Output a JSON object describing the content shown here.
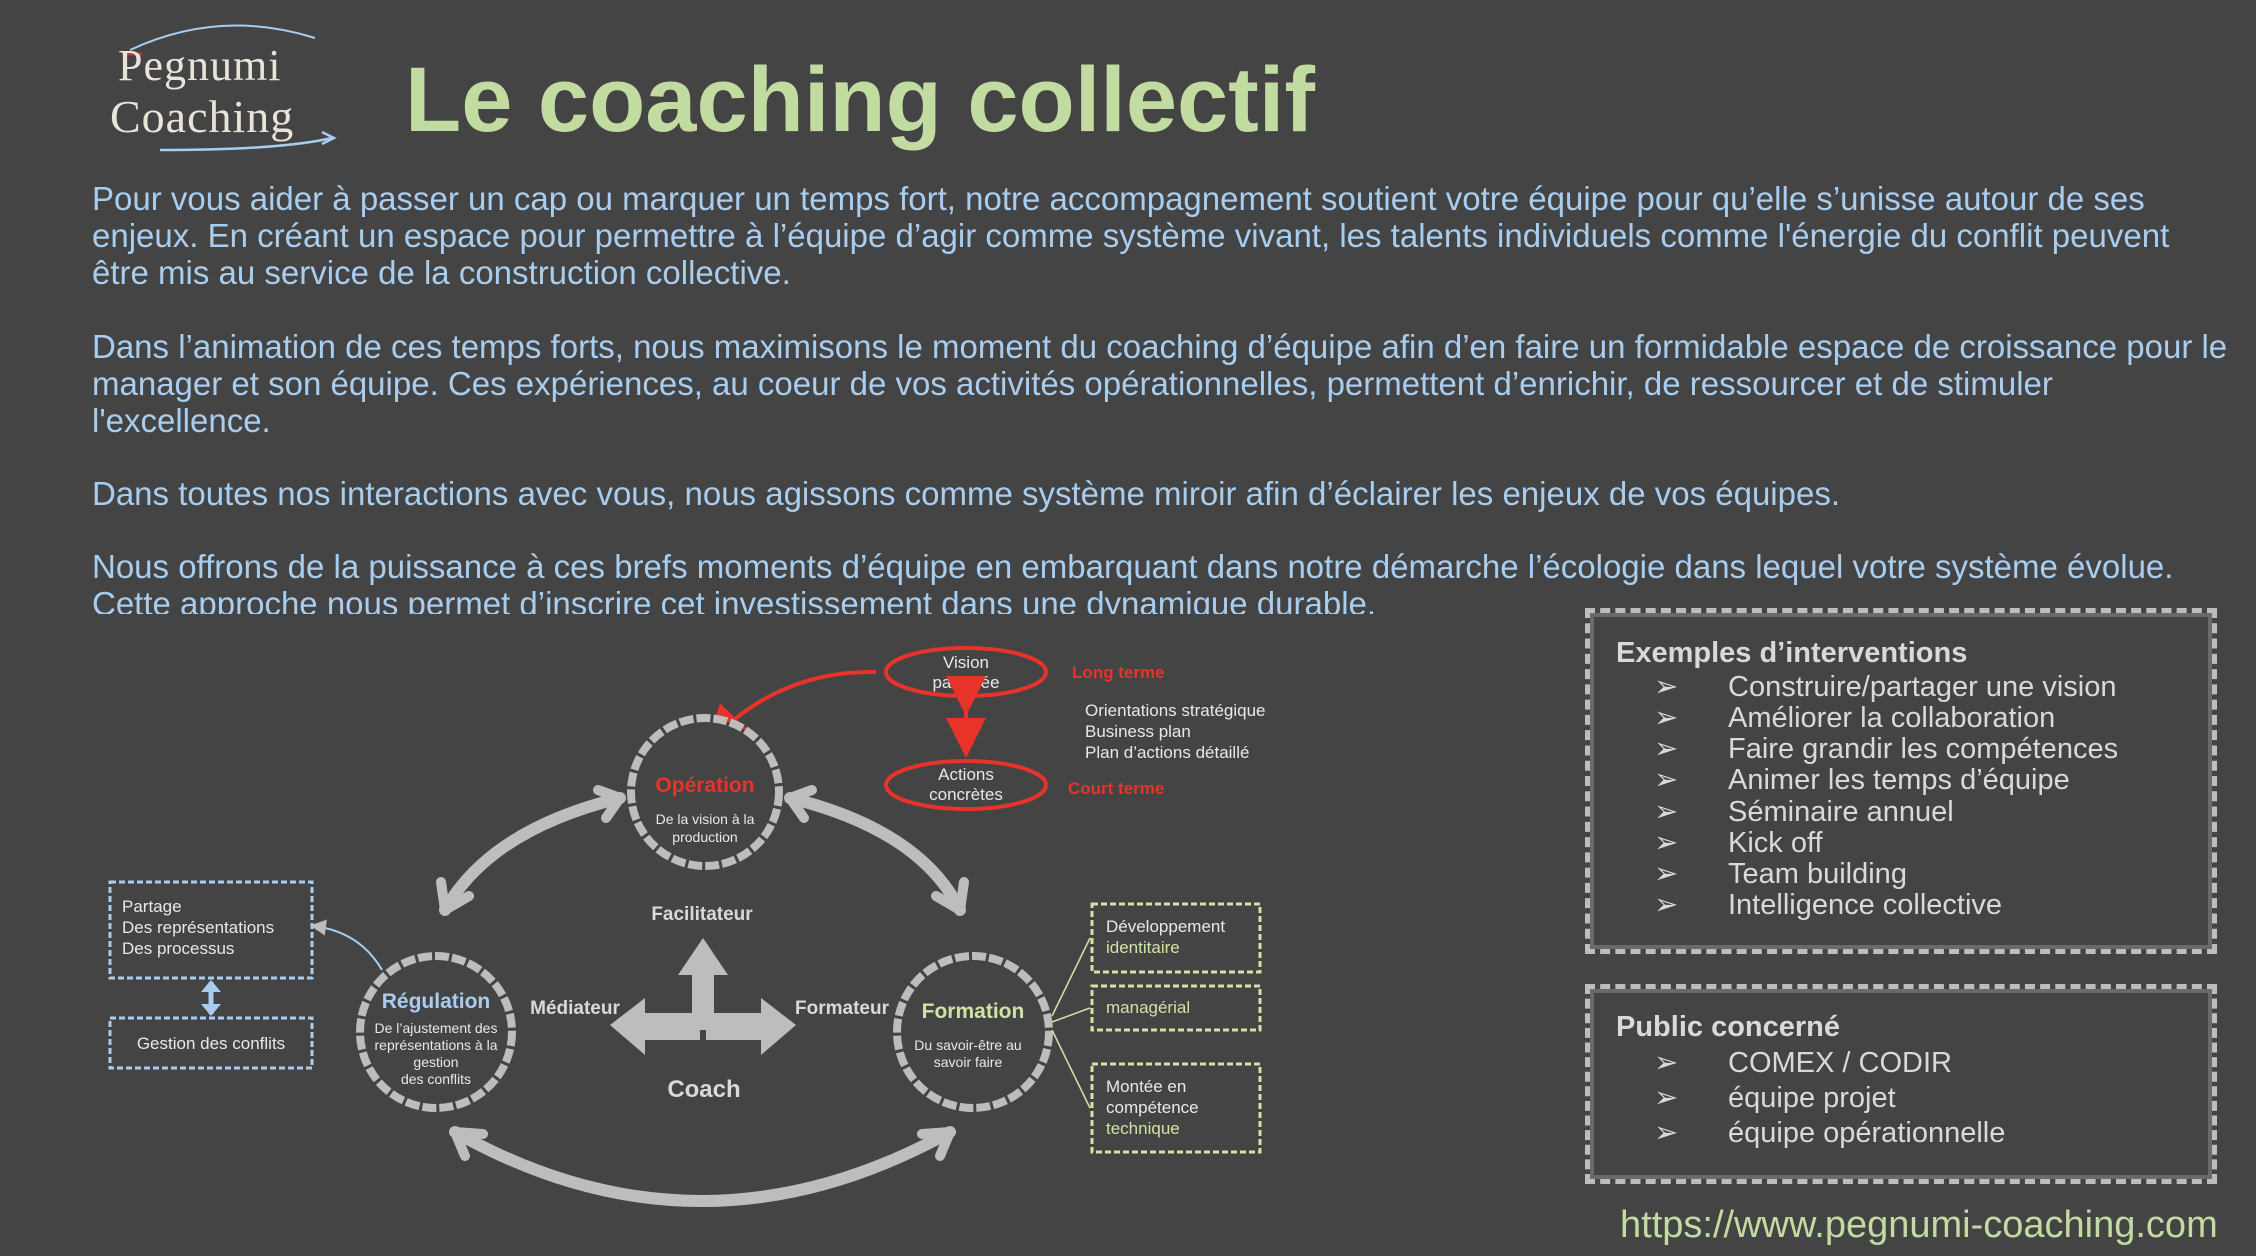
{
  "logo": {
    "line1": "Pegnumi",
    "line2": "Coaching"
  },
  "title": "Le coaching collectif",
  "paragraphs": [
    "Pour vous aider à passer un cap ou marquer un temps fort, notre accompagnement soutient votre équipe pour qu’elle s’unisse autour de ses enjeux. En créant un espace pour permettre à l’équipe d’agir comme système vivant, les talents individuels comme l'énergie du conflit peuvent être mis au service de la construction collective.",
    "Dans l’animation de ces temps forts, nous maximisons le moment du coaching d’équipe afin d’en faire un formidable espace de croissance pour le manager et son équipe. Ces expériences, au coeur de vos activités opérationnelles, permettent d’enrichir, de ressourcer et de stimuler l'excellence.",
    "Dans toutes nos interactions avec vous, nous agissons comme système miroir afin d’éclairer les enjeux de vos équipes.",
    "Nous offrons de la puissance à ces brefs moments d’équipe en embarquant dans notre démarche l’écologie dans lequel votre système évolue. Cette approche nous permet d’inscrire cet investissement dans une dynamique durable."
  ],
  "diagram": {
    "vision": [
      "Vision",
      "partagée"
    ],
    "actions": [
      "Actions",
      "concrètes"
    ],
    "long_terme": "Long terme",
    "court_terme": "Court terme",
    "orientations": [
      "Orientations stratégique",
      "Business plan",
      "Plan d’actions détaillé"
    ],
    "operation": {
      "title": "Opération",
      "desc": [
        "De la vision à la",
        "production"
      ]
    },
    "regulation": {
      "title": "Régulation",
      "desc": [
        "De l’ajustement des",
        "représentations à la",
        "gestion",
        "des conflits"
      ]
    },
    "formation": {
      "title": "Formation",
      "desc": [
        "Du savoir-être au",
        "savoir faire"
      ]
    },
    "facilitateur": "Facilitateur",
    "mediateur": "Médiateur",
    "formateur": "Formateur",
    "coach": "Coach",
    "partage": [
      "Partage",
      "Des représentations",
      "Des processus"
    ],
    "gestion": "Gestion des conflits",
    "developpement": [
      "Développement",
      "identitaire"
    ],
    "managerial": "managérial",
    "montee": [
      "Montée en",
      "compétence",
      "technique"
    ]
  },
  "examples": {
    "heading": "Exemples d’interventions",
    "bullet": "➢",
    "items": [
      "Construire/partager une vision",
      "Améliorer la collaboration",
      "Faire grandir les compétences",
      "Animer les temps d’équipe",
      "Séminaire annuel",
      "Kick off",
      "Team building",
      "Intelligence collective"
    ]
  },
  "public": {
    "heading": "Public concerné",
    "items": [
      "COMEX / CODIR",
      "équipe projet",
      "équipe opérationnelle"
    ]
  },
  "url": "https://www.pegnumi-coaching.com",
  "colors": {
    "background": "#444444",
    "title": "#c2dba0",
    "text": "#a8cdee",
    "red": "#e8332a",
    "green": "#cfe3a6",
    "blue": "#a8cdee",
    "grey": "#bdbdbd"
  }
}
